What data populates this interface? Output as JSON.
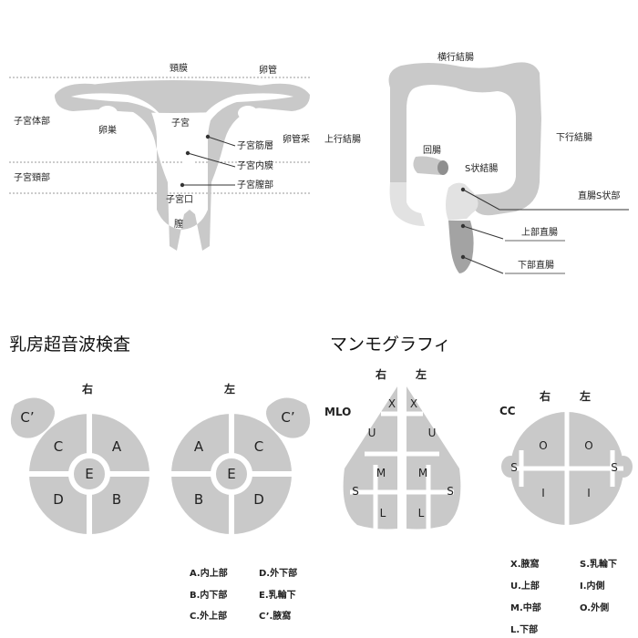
{
  "uterus": {
    "labels": {
      "kembaku": "頸膜",
      "rankan": "卵管",
      "shikyu_taibu": "子宮体部",
      "ransou": "卵巣",
      "shikyu": "子宮",
      "shikyu_kinsou": "子宮筋層",
      "rankan_sai": "卵管采",
      "shikyu_naimaku": "子宮内膜",
      "shikyu_keibu": "子宮頸部",
      "shikyu_chitsubu": "子宮膣部",
      "shikyu_kou": "子宮口",
      "chitsu": "膣"
    }
  },
  "colon": {
    "labels": {
      "oukou": "横行結腸",
      "joukou": "上行結腸",
      "kaichou": "回腸",
      "kakou": "下行結腸",
      "s_jou": "S状結腸",
      "chokuchou_s": "直腸S状部",
      "joubu": "上部直腸",
      "kabu": "下部直腸"
    }
  },
  "breast_us": {
    "title": "乳房超音波検査",
    "right_label": "右",
    "left_label": "左",
    "segments": {
      "a": "A",
      "b": "B",
      "c": "C",
      "d": "D",
      "e": "E",
      "cprime": "C’"
    },
    "legend": [
      "A.内上部",
      "B.内下部",
      "C.外上部",
      "D.外下部",
      "E.乳輪下",
      "C’.腋窩"
    ]
  },
  "mammo": {
    "title": "マンモグラフィ",
    "mlo": {
      "view_label": "MLO",
      "right_label": "右",
      "left_label": "左",
      "segments": {
        "x": "X",
        "u": "U",
        "m": "M",
        "l": "L",
        "s": "S"
      }
    },
    "cc": {
      "view_label": "CC",
      "right_label": "右",
      "left_label": "左",
      "segments": {
        "o": "O",
        "i": "I",
        "s": "S"
      }
    },
    "legend": [
      "X.腋窩",
      "S.乳輪下",
      "U.上部",
      "I.内側",
      "M.中部",
      "O.外側",
      "L.下部"
    ]
  },
  "colors": {
    "organ": "#c9c9c9",
    "organ_light": "#e2e2e2",
    "organ_dark": "#a3a3a3",
    "line": "#333333"
  }
}
